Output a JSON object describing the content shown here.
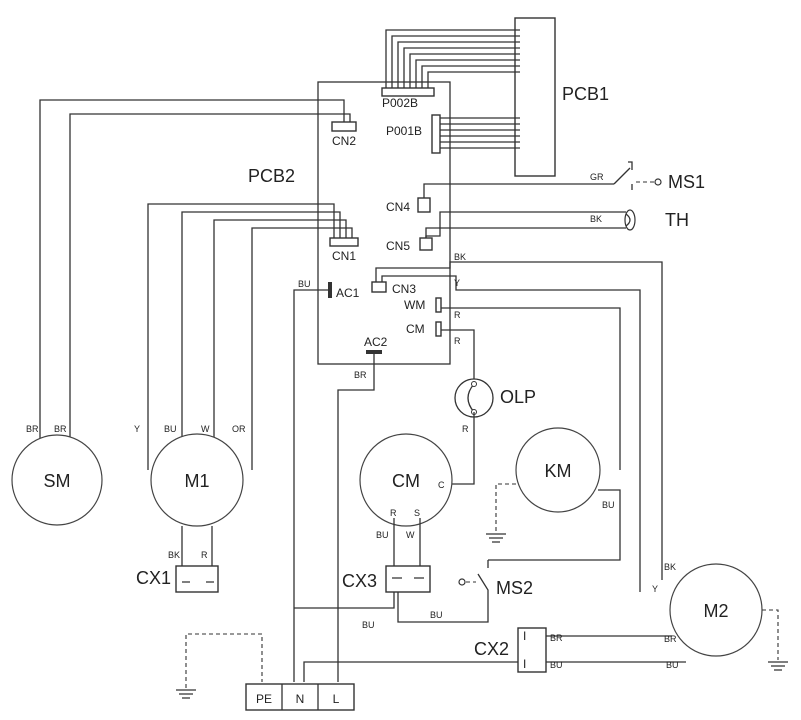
{
  "boards": {
    "pcb1": "PCB1",
    "pcb2": "PCB2"
  },
  "connectors": {
    "p002b": "P002B",
    "p001b": "P001B",
    "cn1": "CN1",
    "cn2": "CN2",
    "cn3": "CN3",
    "cn4": "CN4",
    "cn5": "CN5",
    "ac1": "AC1",
    "ac2": "AC2",
    "wm": "WM",
    "cm": "CM"
  },
  "components": {
    "sm": "SM",
    "m1": "M1",
    "m2": "M2",
    "cm": "CM",
    "km": "KM",
    "olp": "OLP",
    "ms1": "MS1",
    "ms2": "MS2",
    "th": "TH",
    "cx1": "CX1",
    "cx2": "CX2",
    "cx3": "CX3"
  },
  "terminals": {
    "pe": "PE",
    "n": "N",
    "l": "L"
  },
  "wires": {
    "sm_left": "BR",
    "sm_right": "BR",
    "m1_y": "Y",
    "m1_bu": "BU",
    "m1_w": "W",
    "m1_or": "OR",
    "ms1_gr": "GR",
    "th_bk": "BK",
    "cn5_bk": "BK",
    "cn3_y": "Y",
    "wm_r": "R",
    "cm_r": "R",
    "ac1_bu": "BU",
    "ac2_br": "BR",
    "olp_r": "R",
    "cm_c": "C",
    "cm_r_term": "R",
    "cm_s_term": "S",
    "cm_bu": "BU",
    "cm_w": "W",
    "km_bu": "BU",
    "ms2_bu": "BU",
    "cx3_bu": "BU",
    "cx1_bk": "BK",
    "cx1_r": "R",
    "m2_bk": "BK",
    "m2_y": "Y",
    "cx2_br": "BR",
    "cx2_bu": "BU",
    "m2_br": "BR",
    "m2_bu": "BU"
  },
  "symbols": {
    "capacitor_bar": "I",
    "capacitor_bar_2": "I"
  }
}
